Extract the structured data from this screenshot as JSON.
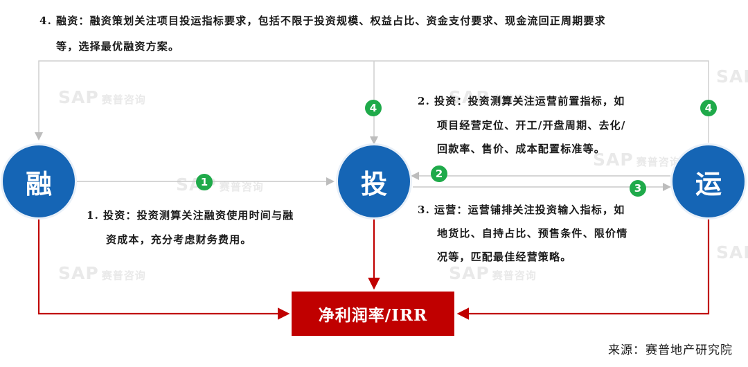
{
  "top_note": {
    "num": "4.",
    "line1": "融资：融资策划关注项目投运指标要求，包括不限于投资规模、权益占比、资金支付要求、现金流回正周期要求",
    "line2": "等，选择最优融资方案。"
  },
  "nodes": {
    "finance": "融",
    "invest": "投",
    "operate": "运",
    "result": "净利润率/IRR"
  },
  "badges": [
    "1",
    "2",
    "3",
    "4",
    "4"
  ],
  "notes": {
    "n1": {
      "num": "1.",
      "line1": "投资：投资测算关注融资使用时间与融",
      "line2": "资成本，充分考虑财务费用。"
    },
    "n2": {
      "num": "2.",
      "line1": "投资：投资测算关注运营前置指标，如",
      "line2": "项目经营定位、开工/开盘周期、去化/",
      "line3": "回款率、售价、成本配置标准等。"
    },
    "n3": {
      "num": "3.",
      "line1": "运营：运营铺排关注投资输入指标，如",
      "line2": "地货比、自持占比、预售条件、限价情",
      "line3": "况等，匹配最佳经营策略。"
    }
  },
  "watermark": {
    "brand": "SAP",
    "cn": "赛普咨询"
  },
  "source": "来源：赛普地产研究院",
  "colors": {
    "node_blue": "#1565b5",
    "badge_green": "#1faa4a",
    "result_red": "#c00000",
    "line_gray": "#c8c8c8"
  }
}
